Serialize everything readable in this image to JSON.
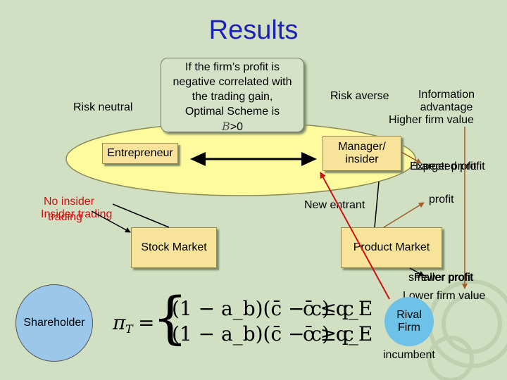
{
  "title": "Results",
  "risk_neutral": "Risk neutral",
  "risk_averse": "Risk averse",
  "callout": {
    "line1": "If the firm’s profit is",
    "line2": "negative correlated with",
    "line3": "the trading gain,",
    "line4": "Optimal Scheme is",
    "line5_var": "B",
    "line5_rest": ">0"
  },
  "information_advantage": {
    "line1": "Information",
    "line2": "advantage"
  },
  "higher_firm_value": "Higher firm value",
  "entrepreneur": "Entrepreneur",
  "manager": {
    "line1": "Manager/",
    "line2": "insider"
  },
  "overlap_right": [
    "Expected profit",
    "Larger profit"
  ],
  "profit": "profit",
  "insider_trading_overlap": {
    "a_line1": "No insider",
    "a_line2": "trading",
    "b_line1": "Insider trading"
  },
  "new_entrant": "New entrant",
  "stock_market": "Stock Market",
  "product_market": "Product Market",
  "overlap_lower": [
    "Fewer profit",
    "smaller profit"
  ],
  "lower_firm_value": "Lower firm value",
  "rival_firm": {
    "line1": "Rival",
    "line2": "Firm"
  },
  "incumbent": "incumbent",
  "shareholder": "Shareholder",
  "equation": {
    "lhs": "π",
    "lhs_sub": "T",
    "row1": "(1 − a_b)(c̄ − c) q_E",
    "row2": "(1 − a_b)(c̄ − c) q_E",
    "rhs1": "c̄ ≤ c",
    "rhs2": "c̄ ≥ c"
  },
  "colors": {
    "title": "#1c22b8",
    "background": "#d1dfc2",
    "ellipse": "#fdfb9e",
    "box": "#f7e39a",
    "shareholder": "#9bc8ea",
    "rival": "#6ec2e8",
    "red": "#cc1111",
    "arrow_red": "#d44a20",
    "arrow_brown": "#a15a2a"
  }
}
